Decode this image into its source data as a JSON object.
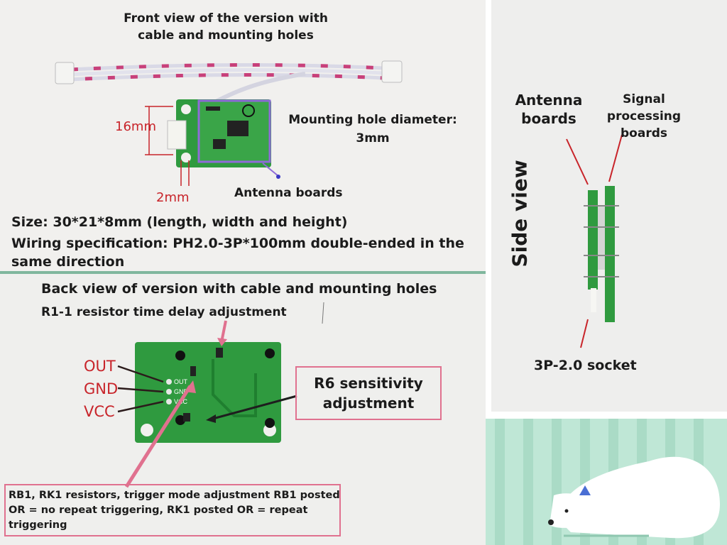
{
  "front": {
    "title": "Front view of the version with cable and mounting holes",
    "dim_height": "16mm",
    "dim_hole": "2mm",
    "hole_diameter": "Mounting hole diameter: 3mm",
    "antenna_label": "Antenna boards",
    "size": "Size: 30*21*8mm (length, width and height)",
    "wiring": "Wiring specification: PH2.0-3P*100mm double-ended in the same direction"
  },
  "back": {
    "title": "Back view of version with cable and mounting holes",
    "r11": "R1-1 resistor time delay adjustment",
    "out": "OUT",
    "gnd": "GND",
    "vcc": "VCC",
    "r6": "R6 sensitivity adjustment",
    "rb": "RB1, RK1 resistors, trigger mode adjustment RB1 posted OR = no repeat triggering, RK1 posted OR = repeat triggering",
    "pcb_pins": [
      "OUT",
      "GND",
      "VCC"
    ]
  },
  "side": {
    "antenna": "Antenna boards",
    "signal": "Signal processing boards",
    "title": "Side view",
    "socket": "3P-2.0 socket"
  },
  "colors": {
    "pcb_green": "#2f9a3f",
    "pink_annotation": "#e0718f",
    "purple_outline": "#8f6bd8",
    "red_label": "#c8242a",
    "bear_bg": "#bfe7d6"
  }
}
